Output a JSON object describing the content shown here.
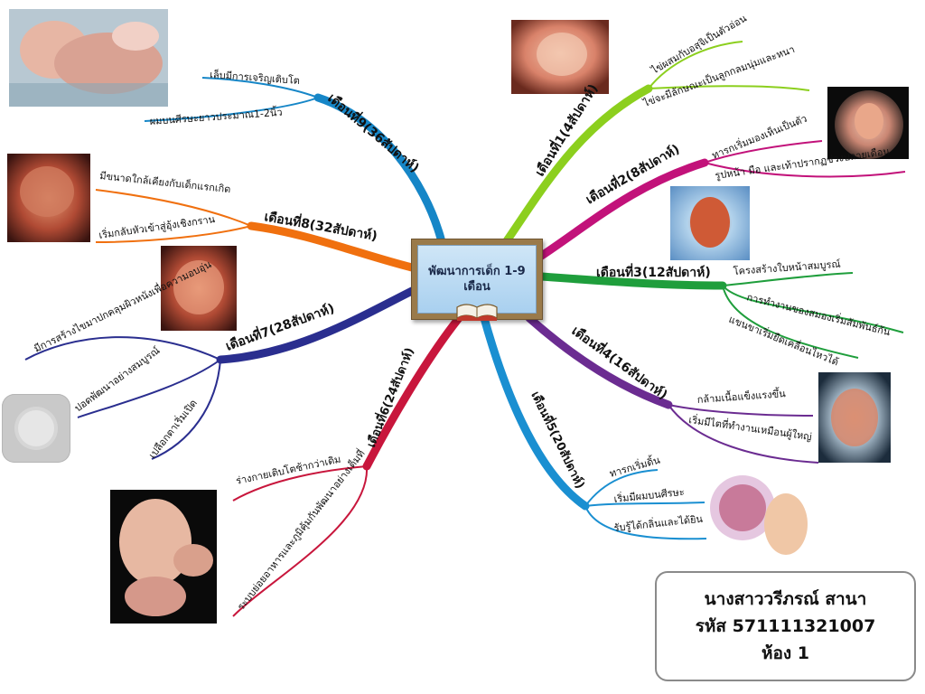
{
  "center": {
    "title": "พัฒนาการเด็ก 1-9 เดือน"
  },
  "author": {
    "name": "นางสาววรีภรณ์  สานา",
    "code": "รหัส 571111321007",
    "room": "ห้อง 1"
  },
  "branches": [
    {
      "label": "เดือนที่1(4สัปดาห์)",
      "color": "#8ccf1e",
      "details": [
        "ไข่ผสมกับอสุจิเป็นตัวอ่อน",
        "ไข่จะมีลักษณะเป็นลูกกลมนุ่มและหนา"
      ]
    },
    {
      "label": "เดือนที่2(8สัปดาห์)",
      "color": "#c2127a",
      "details": [
        "ทารกเริ่มมองเห็นเป็นตัว",
        "รูปหน้า มือ และเท้าปรากฏช่วงปลายเดือน"
      ]
    },
    {
      "label": "เดือนที่3(12สัปดาห์)",
      "color": "#1f9e3c",
      "details": [
        "โครงสร้างใบหน้าสมบูรณ์",
        "การทำงานของสมองเริ่มสัมพันธ์กัน",
        "แขนขาเริ่มยืดเคลื่อนไหวได้"
      ]
    },
    {
      "label": "เดือนที่4(16สัปดาห์)",
      "color": "#6b2c91",
      "details": [
        "กล้ามเนื้อแข็งแรงขึ้น",
        "เริ่มมีไตที่ทำงานเหมือนผู้ใหญ่"
      ]
    },
    {
      "label": "เดือนที่5(20สัปดาห์)",
      "color": "#1a8fd1",
      "details": [
        "ทารกเริ่มดิ้น",
        "เริ่มมีผมบนศีรษะ",
        "รับรู้ได้กลิ่นและได้ยิน"
      ]
    },
    {
      "label": "เดือนที่6(24สัปดาห์)",
      "color": "#c8163c",
      "details": [
        "ร่างกายเติบโตช้ากว่าเดิม",
        "ระบบย่อยอาหารและภูมิคุ้มกันพัฒนาอย่างเต็มที่"
      ]
    },
    {
      "label": "เดือนที่7(28สัปดาห์)",
      "color": "#2a2e8f",
      "details": [
        "มีการสร้างไขมาปกคลุมผิวหนังเพื่อความอบอุ่น",
        "ปอดพัฒนาอย่างสมบูรณ์",
        "เปลือกตาเริ่มเปิด"
      ]
    },
    {
      "label": "เดือนที่8(32สัปดาห์)",
      "color": "#f0700f",
      "details": [
        "มีขนาดใกล้เคียงกับเด็กแรกเกิด",
        "เริ่มกลับหัวเข้าสู่อุ้งเชิงกราน"
      ]
    },
    {
      "label": "เดือนที่9(36สัปดาห์)",
      "color": "#1686c7",
      "details": [
        "เล็บมีการเจริญเติบโต",
        "ผมบนศีรษะยาวประมาณ1-2นิ้ว"
      ]
    }
  ]
}
